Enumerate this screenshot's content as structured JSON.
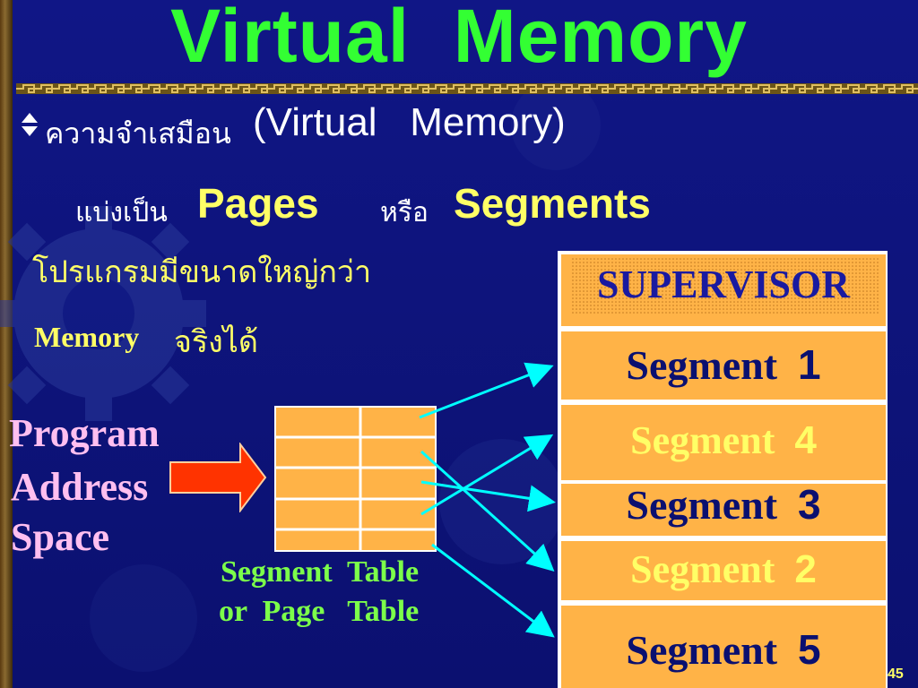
{
  "title": "Virtual  Memory",
  "bullet": {
    "thai": "ความจำเสมือน",
    "english": "(Virtual   Memory)"
  },
  "line2": {
    "thai_prefix": "แบ่งเป็น ",
    "pages": "Pages",
    "thai_or": "หรือ",
    "segments": "Segments"
  },
  "line3": "โปรแกรมมีขนาดใหญ่กว่า",
  "line4": {
    "english": "Memory ",
    "thai": "จริงได้"
  },
  "program_label": [
    "Program",
    "Address",
    "Space"
  ],
  "table_caption": [
    "Segment  Table",
    "or  Page   Table"
  ],
  "segments": [
    {
      "name": "SUPERVISOR",
      "num": ""
    },
    {
      "name": "Segment  ",
      "num": "1"
    },
    {
      "name": "Segment  ",
      "num": "4"
    },
    {
      "name": "Segment  ",
      "num": "3"
    },
    {
      "name": "Segment  ",
      "num": "2"
    },
    {
      "name": "Segment  ",
      "num": "5"
    }
  ],
  "page_number": "45",
  "colors": {
    "background": "#0f1480",
    "title": "#33ff33",
    "segment_fill": "#ffb347",
    "arrow": "#00ffff",
    "pointer_arrow": "#ff3300"
  }
}
